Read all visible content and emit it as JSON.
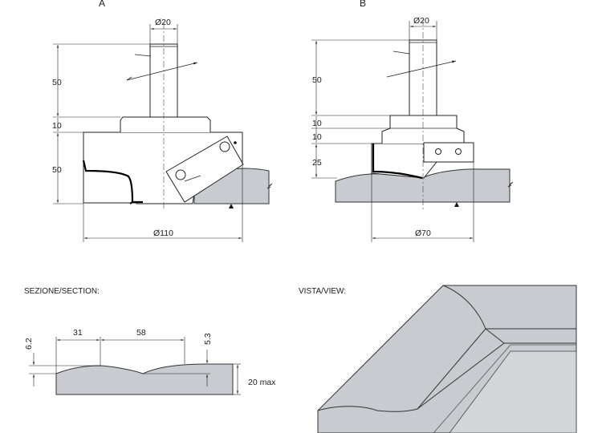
{
  "views": {
    "a": {
      "label": "A",
      "shank_diameter": "Ø20",
      "height_shank": "50",
      "height_collar": "10",
      "height_cutter": "50",
      "cutter_diameter": "Ø110"
    },
    "b": {
      "label": "B",
      "shank_diameter": "Ø20",
      "height_shank": "50",
      "height_collar_1": "10",
      "height_collar_2": "10",
      "height_cutter": "25",
      "cutter_diameter": "Ø70"
    }
  },
  "section": {
    "title": "SEZIONE/SECTION:",
    "dim_depth": "6.2",
    "dim_width_1": "31",
    "dim_width_2": "58",
    "dim_depth_2": "5.3",
    "dim_thickness": "20 max"
  },
  "view": {
    "title": "VISTA/VIEW:"
  }
}
